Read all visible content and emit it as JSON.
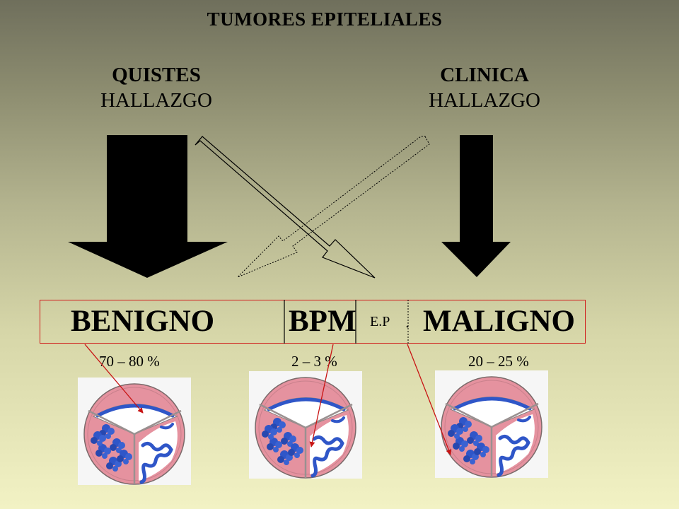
{
  "title": "TUMORES  EPITELIALES",
  "left_heading": {
    "bold": "QUISTES",
    "normal": "HALLAZGO"
  },
  "right_heading": {
    "bold": "CLINICA",
    "normal": "HALLAZGO"
  },
  "categories": {
    "benigno": "BENIGNO",
    "bpm": "BPM",
    "ep": "E.P",
    "maligno": "MALIGNO"
  },
  "percentages": {
    "benigno": "70 – 80 %",
    "bpm": "2 – 3 %",
    "maligno": "20 – 25 %"
  },
  "colors": {
    "band_border": "#d01818",
    "annotation_arrow": "#c81414",
    "tissue_pink": "#e79aa6",
    "epithelium_blue": "#2f56c8"
  }
}
